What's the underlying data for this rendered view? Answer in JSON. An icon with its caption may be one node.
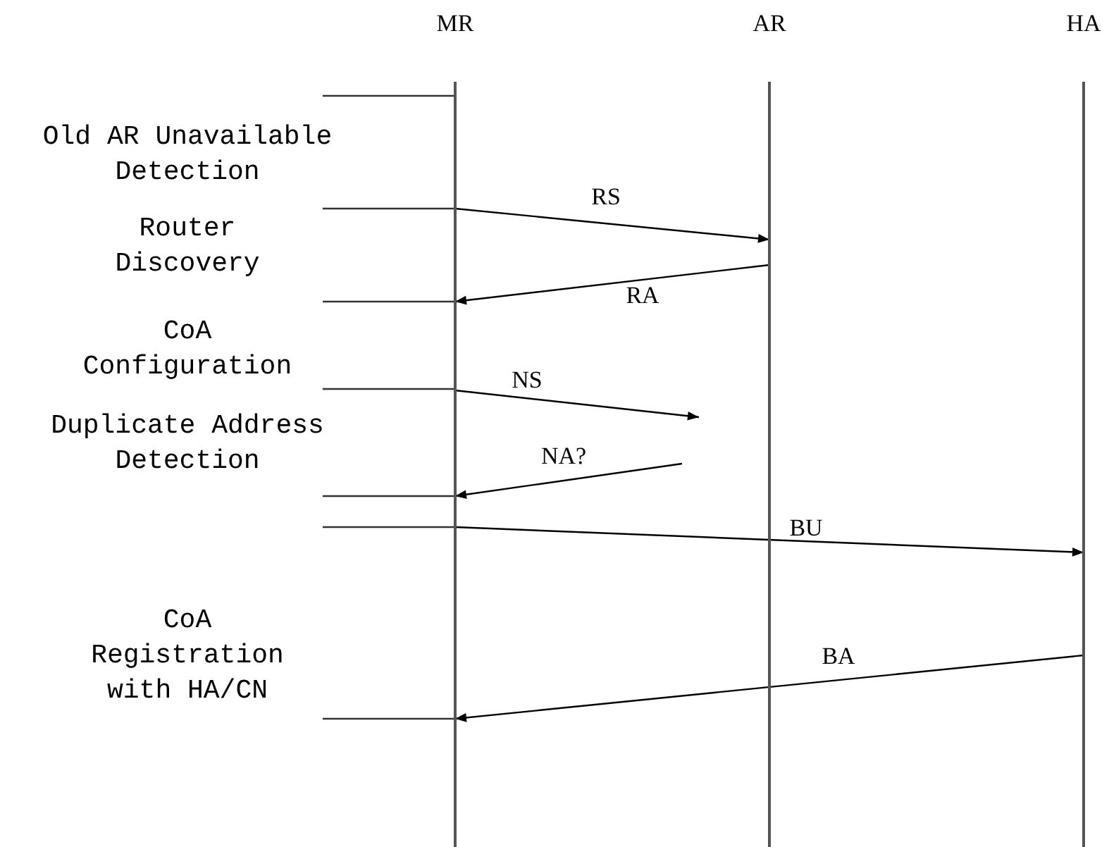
{
  "diagram": {
    "nodes": [
      {
        "text": [
          "MR"
        ]
      },
      {
        "text": [
          "AR"
        ]
      },
      {
        "text": [
          "HA"
        ]
      }
    ],
    "edges": [
      {
        "from": 0,
        "to": 1,
        "arrow": "to",
        "label": "RS"
      },
      {
        "from": 1,
        "to": 0,
        "arrow": "to",
        "label": "RA"
      },
      {
        "from": 0,
        "to": null,
        "arrow": "to",
        "label": "NS"
      },
      {
        "from": null,
        "to": 0,
        "arrow": "to",
        "label": "NA?"
      },
      {
        "from": 0,
        "to": 2,
        "arrow": "to",
        "label": "BU"
      },
      {
        "from": 2,
        "to": 0,
        "arrow": "to",
        "label": "BA"
      }
    ],
    "labels": [
      "Old AR Unavailable Detection",
      "Router Discovery",
      "CoA Configuration",
      "Duplicate Address Detection",
      "CoA Registration with HA/CN"
    ]
  }
}
